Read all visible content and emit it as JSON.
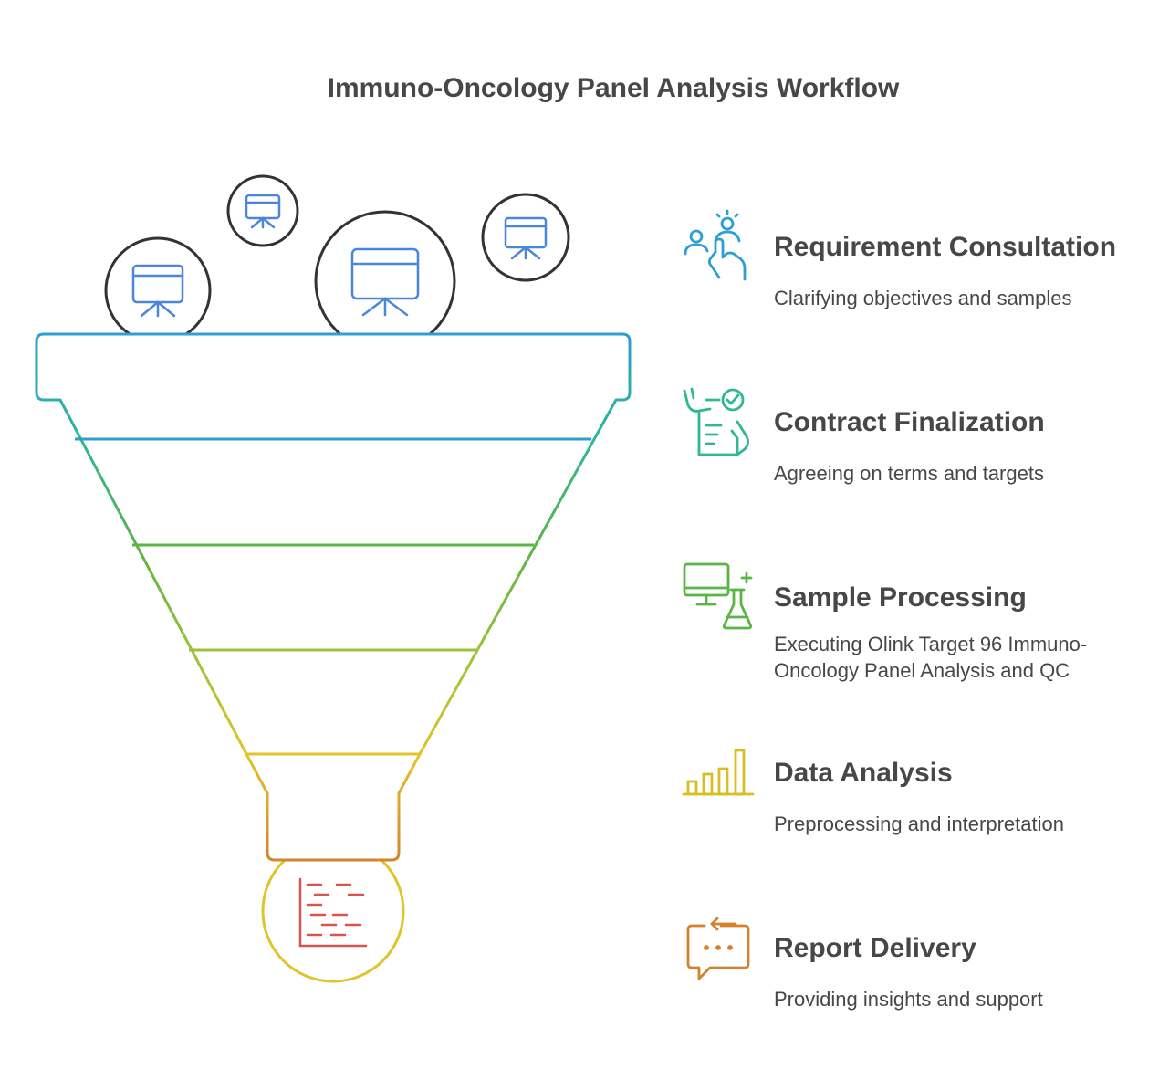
{
  "title": "Immuno-Oncology Panel Analysis Workflow",
  "colors": {
    "blue": "#2E9FD1",
    "teal": "#2EB894",
    "green": "#5BB544",
    "lime": "#9CC23A",
    "yellow": "#E0C42B",
    "orange": "#D4822D",
    "red": "#D9534F",
    "icon_blue": "#4A86D9",
    "text": "#474747"
  },
  "steps": [
    {
      "title": "Requirement Consultation",
      "description": "Clarifying objectives and samples",
      "icon": "consultation-icon",
      "color": "#2E9FD1"
    },
    {
      "title": "Contract Finalization",
      "description": "Agreeing on terms and targets",
      "icon": "contract-icon",
      "color": "#2EB894"
    },
    {
      "title": "Sample Processing",
      "description": "Executing  Olink Target 96 Immuno-Oncology Panel Analysis and QC",
      "icon": "lab-processing-icon",
      "color": "#5BB544"
    },
    {
      "title": "Data Analysis",
      "description": "Preprocessing and interpretation",
      "icon": "bar-chart-icon",
      "color": "#D8BE20"
    },
    {
      "title": "Report Delivery",
      "description": "Providing insights and support",
      "icon": "chat-message-icon",
      "color": "#D4822D"
    }
  ],
  "funnel": {
    "input_icon": "presentation-board-icon",
    "output_icon": "gantt-chart-icon"
  }
}
